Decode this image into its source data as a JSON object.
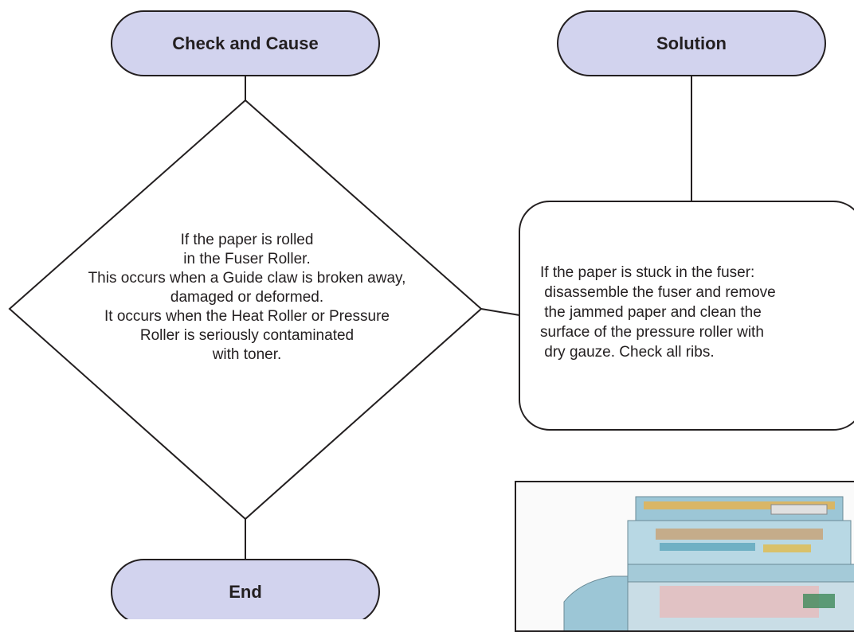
{
  "check_label": "Check and Cause",
  "solution_label": "Solution",
  "end_label": "End",
  "cause_lines": [
    "If the paper is rolled",
    "in the Fuser Roller.",
    "This occurs when a Guide claw is broken away,",
    "damaged or deformed.",
    "It occurs when the Heat Roller or Pressure",
    "Roller is seriously contaminated",
    "with toner."
  ],
  "solution_lines": [
    "If the paper is stuck in the fuser:",
    " disassemble the fuser and remove",
    " the jammed paper and clean the",
    "surface of the pressure roller with",
    " dry gauze. Check all ribs."
  ],
  "colors": {
    "pill_fill": "#d2d3ee",
    "stroke": "#231f20",
    "text": "#231f20"
  }
}
